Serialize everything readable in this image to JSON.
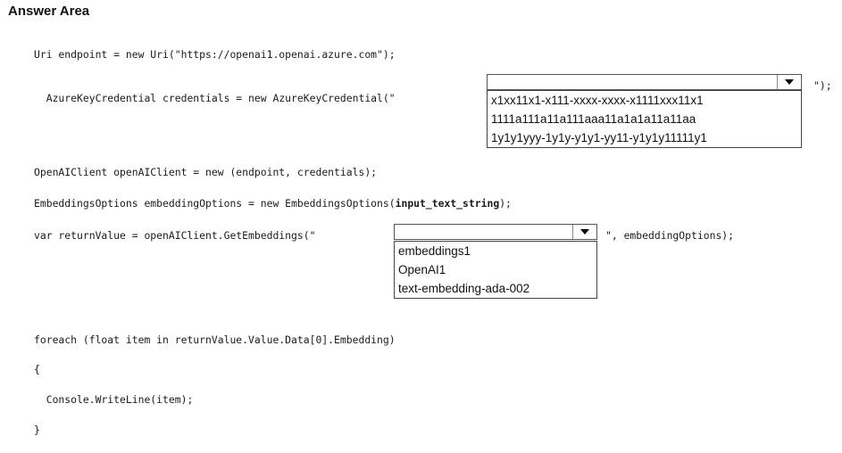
{
  "title": "Answer Area",
  "line1": "Uri endpoint = new Uri(\"https://openai1.openai.azure.com\");",
  "line2": {
    "before": "AzureKeyCredential credentials = new AzureKeyCredential(\"",
    "after": "\");"
  },
  "dropdown1": {
    "selected": "",
    "options": [
      "x1xx11x1-x111-xxxx-xxxx-x1111xxx11x1",
      "1111a111a11a111aaa11a1a1a11a11aa",
      "1y1y1yyy-1y1y-y1y1-yy11-y1y1y11111y1"
    ]
  },
  "line3": {
    "part1": "OpenAIClient openAIClient = new (endpoint, credentials);"
  },
  "line4": {
    "before": "EmbeddingsOptions embeddingOptions = new EmbeddingsOptions(",
    "bold": "input_text_string",
    "after": ");"
  },
  "line5": {
    "before": "var returnValue = openAIClient.GetEmbeddings(\"",
    "after": "\", embeddingOptions);"
  },
  "dropdown2": {
    "selected": "",
    "options": [
      "embeddings1",
      "OpenAI1",
      "text-embedding-ada-002"
    ]
  },
  "line6": "foreach (float item in returnValue.Value.Data[0].Embedding)",
  "line7": "{",
  "line8": "  Console.WriteLine(item);",
  "line9": "}"
}
